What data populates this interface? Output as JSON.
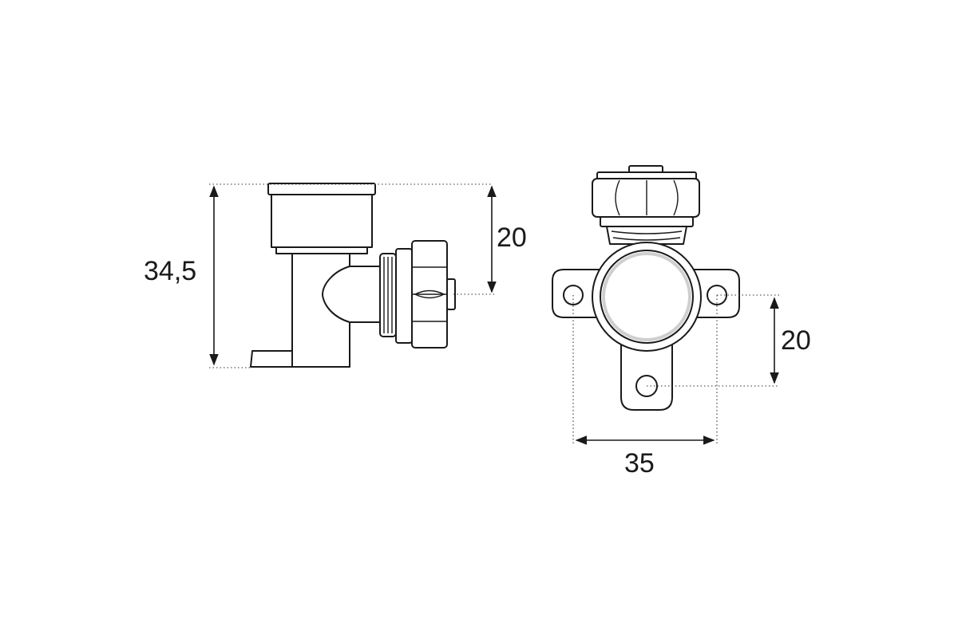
{
  "drawing": {
    "side_view": {
      "height_dimension": "34,5",
      "offset_dimension": "20"
    },
    "front_view": {
      "hole_spacing_vertical": "20",
      "hole_spacing_horizontal": "35"
    },
    "colors": {
      "line": "#1a1a1a",
      "background": "#ffffff"
    }
  }
}
